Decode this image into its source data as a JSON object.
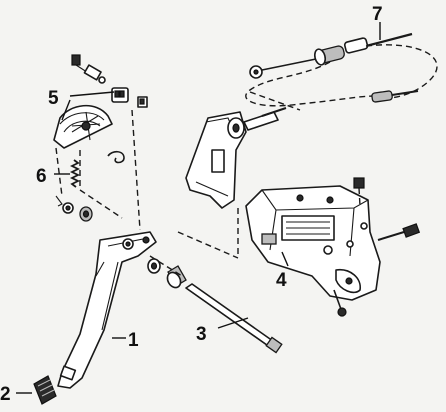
{
  "colors": {
    "ink": "#1a1a1a",
    "paper": "#f4f4f2",
    "fill": "#ffffff",
    "shade": "#bdbdbd"
  },
  "callouts": [
    {
      "id": "c1",
      "label": "1"
    },
    {
      "id": "c2",
      "label": "2"
    },
    {
      "id": "c3",
      "label": "3"
    },
    {
      "id": "c4",
      "label": "4"
    },
    {
      "id": "c5",
      "label": "5"
    },
    {
      "id": "c6",
      "label": "6"
    },
    {
      "id": "c7",
      "label": "7"
    }
  ]
}
